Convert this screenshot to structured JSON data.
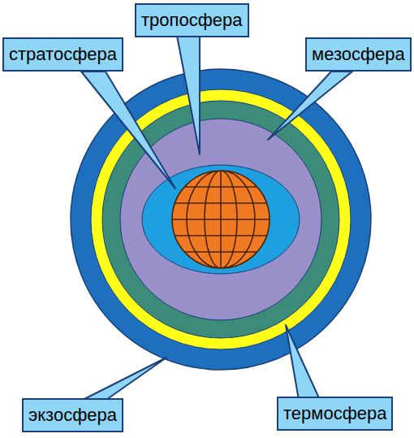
{
  "diagram": {
    "nodes": [
      {
        "text": [
          "стратосфера"
        ]
      },
      {
        "text": [
          "тропосфера"
        ]
      },
      {
        "text": [
          "мезосфера"
        ]
      },
      {
        "text": [
          "экзосфера"
        ]
      },
      {
        "text": [
          "термосфера"
        ]
      }
    ]
  }
}
